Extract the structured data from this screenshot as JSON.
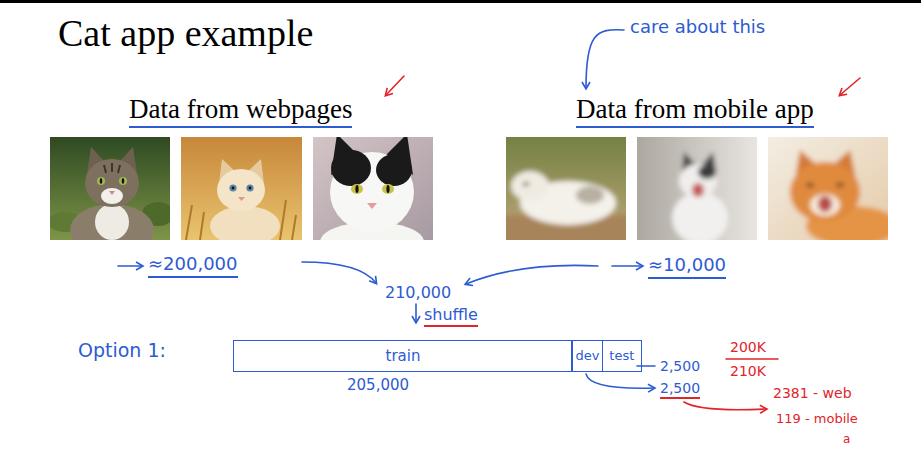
{
  "diagram": {
    "title": "Cat app example",
    "nodes": [
      {
        "text": [
          "train"
        ]
      },
      {
        "text": [
          "dev"
        ]
      },
      {
        "text": [
          "test"
        ]
      }
    ],
    "labels": [
      "Data from webpages",
      "Data from mobile app",
      "care about this",
      "≈200,000",
      "≈10,000",
      "210,000",
      "shuffle",
      "Option 1:",
      "205,000",
      "2,500",
      "2,500",
      "200K",
      "210K",
      "2381 - web",
      "119 - mobile",
      "a"
    ]
  }
}
